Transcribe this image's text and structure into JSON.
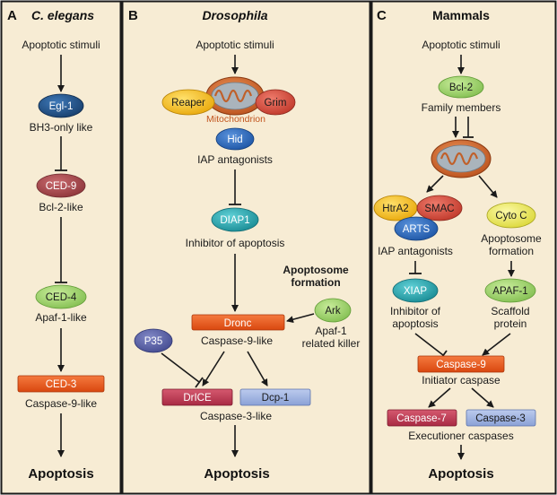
{
  "colors": {
    "panel_bg": "#f7ecd4",
    "border": "#1a1a1a",
    "arrow": "#1a1a1a",
    "navy": "#1f4f86",
    "maroon": "#a9474c",
    "green": "#9ed26b",
    "orange": "#ec5a1d",
    "teal": "#27a9b3",
    "yellow": "#f6c31c",
    "red": "#d94a3a",
    "blue": "#2f6cc0",
    "purple": "#5961a8",
    "crimson": "#c43a55",
    "lightblue": "#9fb4e3",
    "lightyellow": "#f1ef63",
    "mito_outer": "#c2551e",
    "mito_inner": "#8d9aa6"
  },
  "panel_a": {
    "letter": "A",
    "title": "C. elegans",
    "stimuli": "Apoptotic stimuli",
    "egl1": "Egl-1",
    "egl1_desc": "BH3-only like",
    "ced9": "CED-9",
    "ced9_desc": "Bcl-2-like",
    "ced4": "CED-4",
    "ced4_desc": "Apaf-1-like",
    "ced3": "CED-3",
    "ced3_desc": "Caspase-9-like",
    "outcome": "Apoptosis"
  },
  "panel_b": {
    "letter": "B",
    "title": "Drosophila",
    "stimuli": "Apoptotic stimuli",
    "reaper": "Reaper",
    "grim": "Grim",
    "mitochondrion": "Mitochondrion",
    "hid": "Hid",
    "iap_antagonists": "IAP antagonists",
    "diap1": "DIAP1",
    "diap1_desc": "Inhibitor of apoptosis",
    "apoptosome_line1": "Apoptosome",
    "apoptosome_line2": "formation",
    "ark": "Ark",
    "ark_desc_line1": "Apaf-1",
    "ark_desc_line2": "related killer",
    "dronc": "Dronc",
    "dronc_desc": "Caspase-9-like",
    "p35": "P35",
    "drice": "DrICE",
    "dcp1": "Dcp-1",
    "caspase3_desc": "Caspase-3-like",
    "outcome": "Apoptosis"
  },
  "panel_c": {
    "letter": "C",
    "title": "Mammals",
    "stimuli": "Apoptotic stimuli",
    "bcl2": "Bcl-2",
    "family_members": "Family members",
    "htra2": "HtrA2",
    "smac": "SMAC",
    "arts": "ARTS",
    "iap_antagonists": "IAP antagonists",
    "cytoc": "Cyto C",
    "apoptosome_line1": "Apoptosome",
    "apoptosome_line2": "formation",
    "xiap": "XIAP",
    "xiap_desc_line1": "Inhibitor of",
    "xiap_desc_line2": "apoptosis",
    "apaf1": "APAF-1",
    "apaf1_desc_line1": "Scaffold",
    "apaf1_desc_line2": "protein",
    "caspase9": "Caspase-9",
    "caspase9_desc": "Initiator caspase",
    "caspase7": "Caspase-7",
    "caspase3": "Caspase-3",
    "exec_desc": "Executioner caspases",
    "outcome": "Apoptosis"
  }
}
